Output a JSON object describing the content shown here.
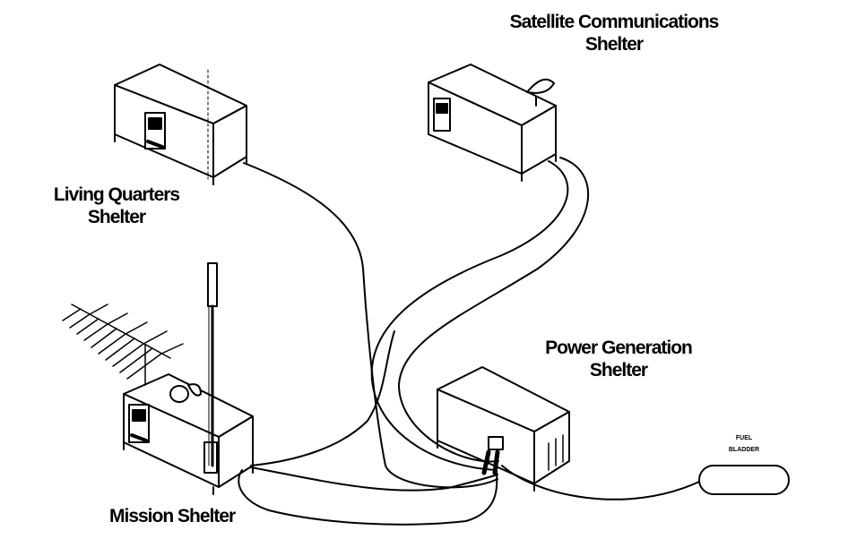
{
  "labels": {
    "living_quarters_line1": "Living Quarters",
    "living_quarters_line2": "Shelter",
    "satcom_line1": "Satellite Communications",
    "satcom_line2": "Shelter",
    "power_line1": "Power Generation",
    "power_line2": "Shelter",
    "mission": "Mission Shelter",
    "fuel_line1": "FUEL",
    "fuel_line2": "BLADDER"
  }
}
